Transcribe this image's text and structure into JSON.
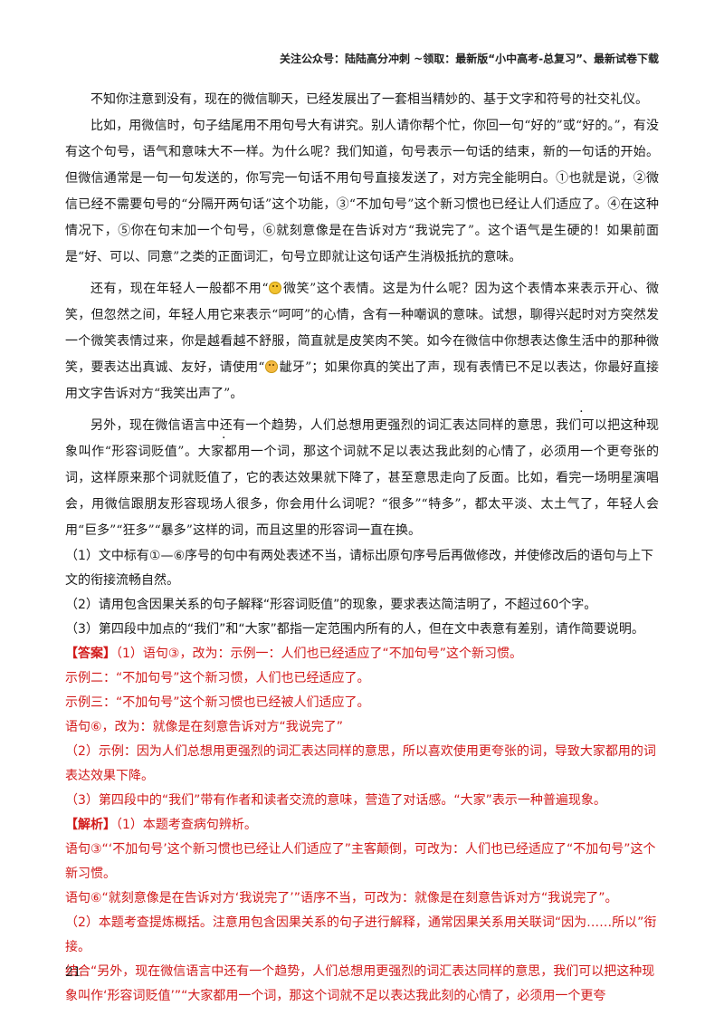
{
  "header": "关注公众号：陆陆高分冲刺 ~领取：最新版“小中高考-总复习”、最新试卷下载",
  "passage": {
    "p1": "不知你注意到没有，现在的微信聊天，已经发展出了一套相当精妙的、基于文字和符号的社交礼仪。",
    "p2": "比如，用微信时，句子结尾用不用句号大有讲究。别人请你帮个忙，你回一句“好的”或“好的。”，有没有这个句号，语气和意味大不一样。为什么呢？我们知道，句号表示一句话的结束，新的一句话的开始。但微信通常是一句一句发送的，你写完一句话不用句号直接发送了，对方完全能明白。①也就是说，②微信已经不需要句号的“分隔开两句话”这个功能，③“不加句号”这个新习惯也已经让人们适应了。④在这种情况下，⑤你在句末加一个句号，⑥就刻意像是在告诉对方“我说完了”。这个语气是生硬的！如果前面是“好、可以、同意”之类的正面词汇，句号立即就让这句话产生消极抵抗的意味。",
    "p3_a": "还有，现在年轻人一般都不用“",
    "p3_b": "微笑”这个表情。这是为什么呢？因为这个表情本来表示开心、微笑，但忽然之间，年轻人用它来表示“呵呵”的心情，含有一种嘲讽的意味。试想，聊得兴起时对方突然发一个微笑表情过来，你是越看越不舒服，简直就是皮笑肉不笑。如今在微信中你想表达像生活中的那种微笑，要表达出真诚、友好，请使用“",
    "p3_c": "龇牙”；如果你真的笑出了声，现有表情已不足以表达，你最好直接用文字告诉对方“我笑出声了”。",
    "p4_a": "另外，现在微信语言中还有一个趋势，人们总想用更强烈的词汇表达同样的意思，",
    "p4_dot1": "我们",
    "p4_b": "可以把这种现象叫作“形容词贬值”。",
    "p4_dot2": "大家",
    "p4_c": "都用一个词，那这个词就不足以表达我此刻的心情了，必须用一个更夸张的词，这样原来那个词就贬值了，它的表达效果就下降了，甚至意思走向了反面。比如，看完一场明星演唱会，用微信跟朋友形容现场人很多，你会用什么词呢？“很多”“特多”，都太平淡、太土气了，年轻人会用“巨多”“狂多”“暴多”这样的词，而且这里的形容词一直在换。"
  },
  "questions": [
    "（1）文中标有①—⑥序号的句中有两处表述不当，请标出原句序号后再做修改，并使修改后的语句与上下文的衔接流畅自然。",
    "（2）请用包含因果关系的句子解释“形容词贬值”的现象，要求表达简洁明了，不超过60个字。",
    "（3）第四段中加点的“我们”和“大家”都指一定范围内所有的人，但在文中表意有差别，请作简要说明。"
  ],
  "answer": {
    "tag": "【答案】",
    "lines": [
      "（1）语句③，改为：示例一：人们也已经适应了“不加句号”这个新习惯。",
      "示例二：“不加句号”这个新习惯，人们也已经适应了。",
      "示例三：“不加句号”这个新习惯也已经被人们适应了。",
      "语句⑥，改为：就像是在刻意告诉对方“我说完了”",
      "（2）示例：因为人们总想用更强烈的词汇表达同样的意思，所以喜欢使用更夸张的词，导致大家都用的词表达效果下降。",
      "（3）第四段中的“我们”带有作者和读者交流的意味，营造了对话感。“大家”表示一种普遍现象。"
    ]
  },
  "analysis": {
    "tag": "【解析】",
    "first": "（1）本题考查病句辨析。",
    "lines": [
      "语句③“‘不加句号’这个新习惯也已经让人们适应了”主客颠倒，可改为：人们也已经适应了“不加句号”这个新习惯。",
      "语句⑥“就刻意像是在告诉对方‘我说完了’”语序不当，可改为：就像是在刻意告诉对方“我说完了”。",
      "（2）本题考查提炼概括。注意用包含因果关系的句子进行解释，通常因果关系用关联词“因为……所以”衔接。",
      "结合“另外，现在微信语言中还有一个趋势，人们总想用更强烈的词汇表达同样的意思，我们可以把这种现象叫作‘形容词贬值’”“大家都用一个词，那这个词就不足以表达我此刻的心情了，必须用一个更夸"
    ]
  },
  "page_number": "21",
  "icons": {
    "smile": "smile-emoji-icon",
    "grin": "grin-emoji-icon"
  }
}
